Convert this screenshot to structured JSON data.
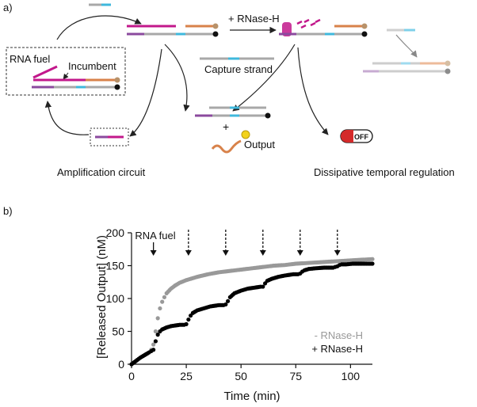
{
  "panel_a": {
    "label": "a)",
    "rnase_label": "+ RNase-H",
    "rna_fuel_label": "RNA fuel",
    "incumbent_label": "Incumbent",
    "capture_label": "Capture strand",
    "plus_label": "+",
    "output_label": "Output",
    "off_label": "OFF",
    "amplification_label": "Amplification circuit",
    "dissipative_label": "Dissipative temporal regulation",
    "colors": {
      "magenta": "#c2188b",
      "purple": "#8b4a9e",
      "cyan": "#3fb8dc",
      "orange": "#d8824a",
      "gray": "#a8a8a8",
      "red": "#d42a2a",
      "yellow": "#f2d21b"
    }
  },
  "panel_b": {
    "label": "b)",
    "arrow_label": "RNA fuel"
  },
  "chart_data": {
    "type": "scatter",
    "xlabel": "Time (min)",
    "ylabel": "[Released Output] (nM)",
    "xlim": [
      0,
      110
    ],
    "ylim": [
      0,
      200
    ],
    "xticks": [
      "0",
      "25",
      "50",
      "75",
      "100"
    ],
    "yticks": [
      "0",
      "50",
      "100",
      "150",
      "200"
    ],
    "legend_position": "bottom-right",
    "fuel_additions_min": [
      10,
      26,
      43,
      60,
      77,
      94
    ],
    "series": [
      {
        "name": "- RNase-H",
        "color": "#999999",
        "x": [
          0,
          2,
          4,
          6,
          8,
          9,
          10,
          11,
          12,
          13,
          14,
          15,
          16,
          18,
          20,
          22,
          25,
          30,
          35,
          40,
          45,
          50,
          55,
          60,
          65,
          70,
          75,
          80,
          85,
          90,
          95,
          100,
          105,
          110
        ],
        "y": [
          0,
          5,
          10,
          14,
          18,
          22,
          30,
          50,
          70,
          85,
          95,
          102,
          108,
          115,
          120,
          124,
          128,
          133,
          137,
          140,
          142,
          144,
          146,
          148,
          150,
          151,
          153,
          154,
          155,
          156,
          157,
          158,
          159,
          160
        ]
      },
      {
        "name": "+ RNase-H",
        "color": "#000000",
        "x": [
          0,
          2,
          4,
          6,
          8,
          9,
          10,
          11,
          12,
          13,
          14,
          16,
          18,
          20,
          22,
          24,
          25,
          26,
          27,
          28,
          30,
          33,
          36,
          40,
          42,
          43,
          44,
          45,
          47,
          50,
          53,
          57,
          59,
          60,
          61,
          62,
          64,
          67,
          70,
          74,
          76,
          77,
          78,
          79,
          81,
          84,
          88,
          92,
          93,
          94,
          95,
          96,
          98,
          101,
          105,
          108,
          110
        ],
        "y": [
          0,
          5,
          10,
          14,
          18,
          20,
          22,
          35,
          45,
          50,
          53,
          56,
          58,
          59,
          60,
          60,
          61,
          68,
          74,
          78,
          82,
          85,
          88,
          90,
          90,
          91,
          96,
          102,
          108,
          112,
          115,
          117,
          118,
          118,
          123,
          127,
          130,
          133,
          135,
          137,
          137,
          138,
          141,
          143,
          145,
          146,
          147,
          147,
          148,
          149,
          151,
          152,
          152,
          153,
          153,
          153,
          153
        ]
      }
    ]
  }
}
